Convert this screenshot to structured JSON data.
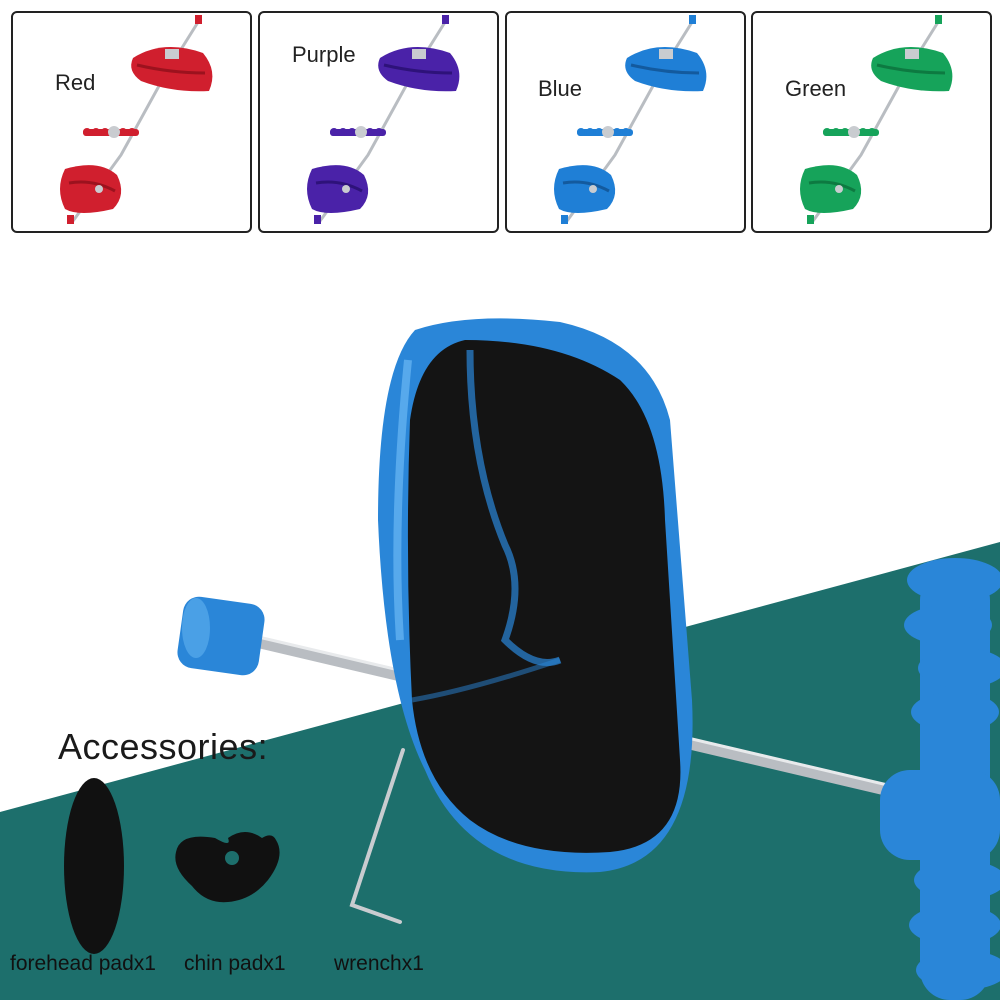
{
  "variants": [
    {
      "label": "Red",
      "color": "#d01f2e",
      "dark": "#9c121e"
    },
    {
      "label": "Purple",
      "color": "#4a22a8",
      "dark": "#2e127a"
    },
    {
      "label": "Blue",
      "color": "#1f7fd6",
      "dark": "#135a9e"
    },
    {
      "label": "Green",
      "color": "#16a35a",
      "dark": "#0d7a41"
    }
  ],
  "accessories": {
    "title": "Accessories:",
    "items": [
      {
        "label": "forehead padx1"
      },
      {
        "label": "chin padx1"
      },
      {
        "label": "wrenchx1"
      }
    ]
  },
  "colors": {
    "teal_background": "#1d6f6c",
    "product_blue": "#2a86d8",
    "foam_black": "#141414",
    "rod_silver": "#b9bdc2"
  }
}
